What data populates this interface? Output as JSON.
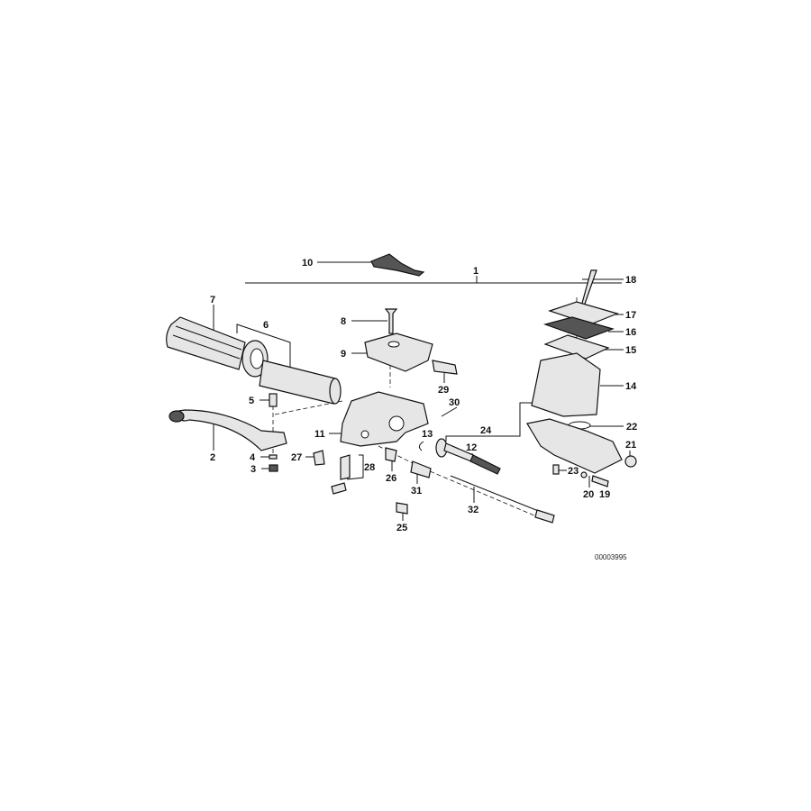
{
  "diagram": {
    "labels": {
      "p1": "1",
      "p2": "2",
      "p3": "3",
      "p4": "4",
      "p5": "5",
      "p6": "6",
      "p7": "7",
      "p8": "8",
      "p9": "9",
      "p10": "10",
      "p11": "11",
      "p12": "12",
      "p13": "13",
      "p14": "14",
      "p15": "15",
      "p16": "16",
      "p17": "17",
      "p18": "18",
      "p19": "19",
      "p20": "20",
      "p21": "21",
      "p22": "22",
      "p23": "23",
      "p24": "24",
      "p25": "25",
      "p26": "26",
      "p27": "27",
      "p28": "28",
      "p29": "29",
      "p30": "30",
      "p31": "31",
      "p32": "32"
    },
    "drawing_code": "00003995",
    "colors": {
      "ink": "#111111",
      "background": "#ffffff"
    }
  }
}
